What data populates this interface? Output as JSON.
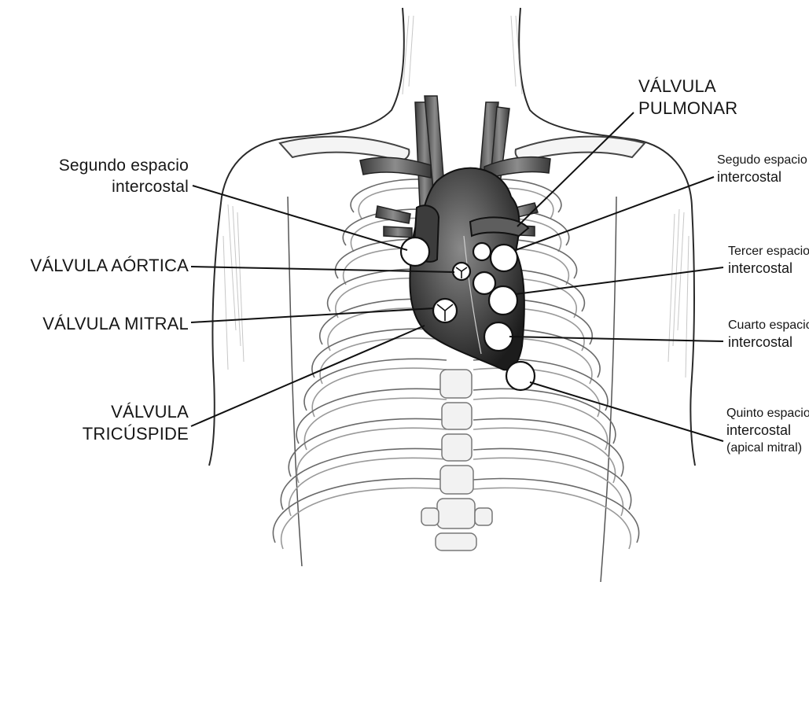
{
  "diagram": {
    "labels_left": [
      {
        "id": "segundo-izq",
        "lines": [
          "Segundo espacio",
          "intercostal"
        ]
      },
      {
        "id": "valvula-aortica",
        "lines": [
          "VÁLVULA AÓRTICA"
        ]
      },
      {
        "id": "valvula-mitral",
        "lines": [
          "VÁLVULA MITRAL"
        ]
      },
      {
        "id": "valvula-tricuspide",
        "lines": [
          "VÁLVULA",
          "TRICÚSPIDE"
        ]
      }
    ],
    "labels_right": [
      {
        "id": "valvula-pulmonar",
        "lines": [
          "VÁLVULA",
          "PULMONAR"
        ]
      },
      {
        "id": "segudo-der",
        "lines": [
          "Segudo espacio",
          "intercostal"
        ]
      },
      {
        "id": "tercer",
        "lines": [
          "Tercer espacio",
          "intercostal"
        ]
      },
      {
        "id": "cuarto",
        "lines": [
          "Cuarto espacio",
          "intercostal"
        ]
      },
      {
        "id": "quinto",
        "lines": [
          "Quinto espacio",
          "intercostal",
          "(apical mitral)"
        ]
      }
    ]
  }
}
